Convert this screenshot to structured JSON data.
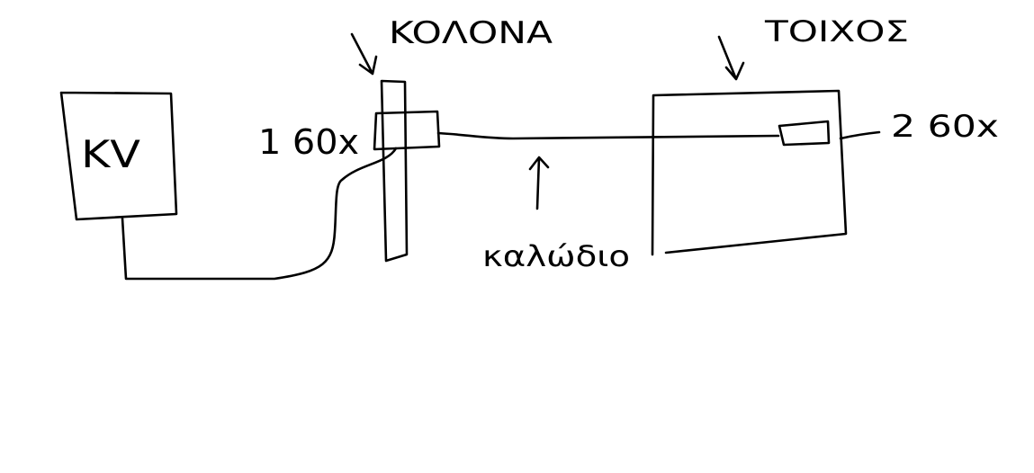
{
  "labels": {
    "kv": "KV",
    "kolona": "KOΛΟΝΑ",
    "toixos": "ΤΟΙΧΟΣ",
    "size_left": "1 60x",
    "size_right": "2 60x",
    "kalodio": "καλώδιο"
  }
}
